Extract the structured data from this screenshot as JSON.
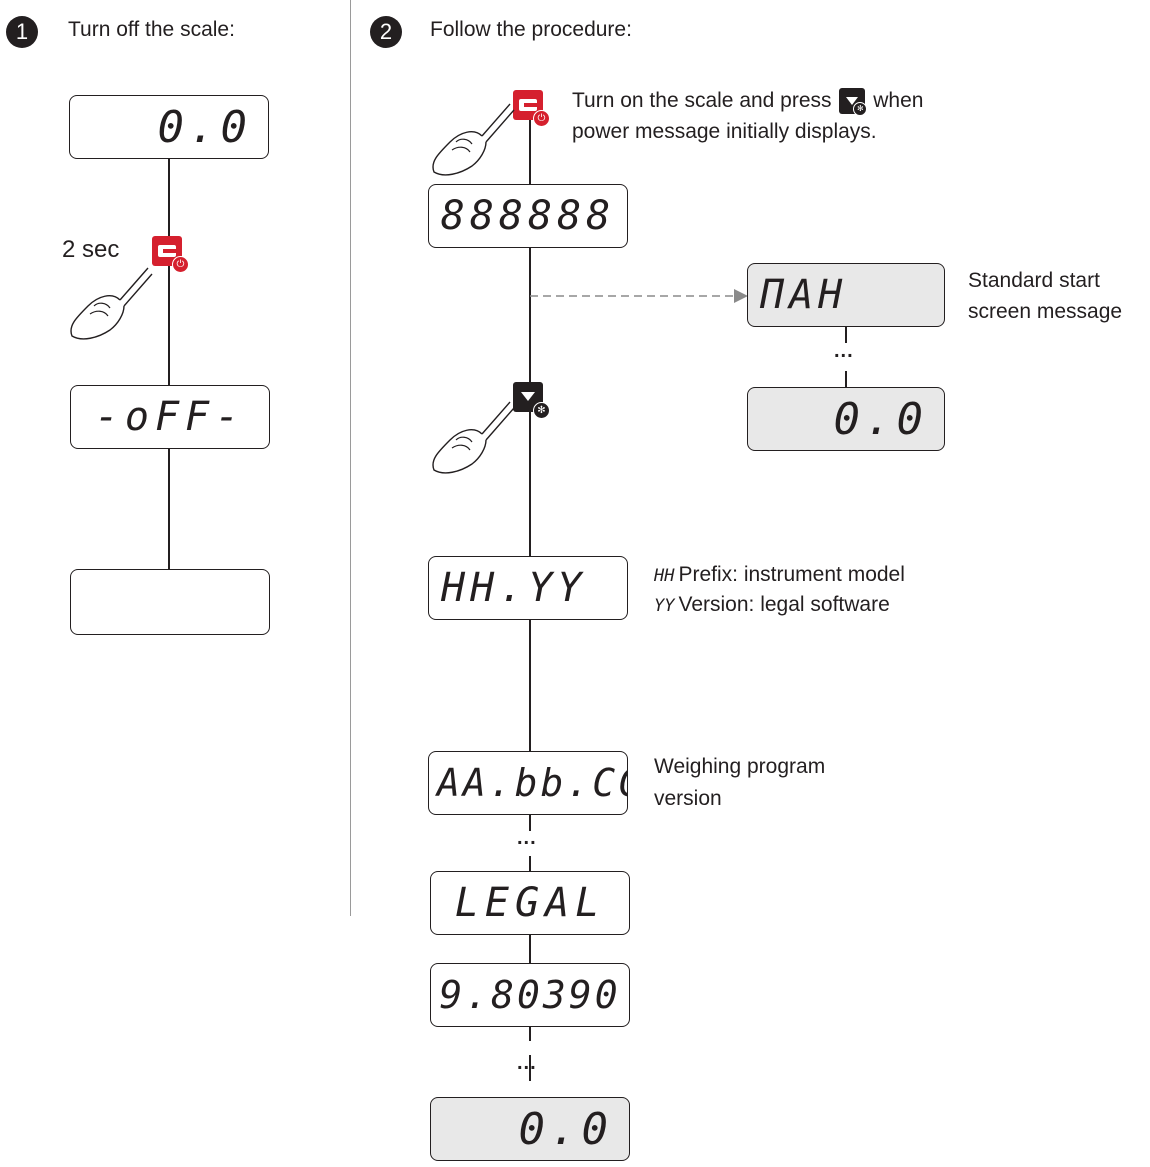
{
  "step1": {
    "number": "1",
    "title": "Turn off the scale:",
    "displays": [
      "0.0",
      "-oFF-",
      ""
    ],
    "hold_label": "2 sec"
  },
  "step2": {
    "number": "2",
    "title": "Follow the procedure:",
    "instruction_part1": "Turn on the scale and press",
    "instruction_part2": "when",
    "instruction_line2": "power message initially displays.",
    "displays": [
      "888888",
      "HH.YY",
      "AA.bb.CC",
      "LEGAL",
      "9.80390",
      "0.0"
    ],
    "branch_displays": [
      "ПАН",
      "0.0"
    ],
    "standard_start": [
      "Standard start",
      "screen message"
    ],
    "hh_symbol": "HH",
    "hh_text": "Prefix: instrument model",
    "yy_symbol": "YY",
    "yy_text": "Version: legal software",
    "program_version": [
      "Weighing program",
      "version"
    ],
    "ellipsis": "..."
  },
  "colors": {
    "key_red": "#d5202e",
    "key_dark": "#231f20",
    "display_grey": "#e8e8e8",
    "ink": "#231f20"
  },
  "icons": [
    "hand-press-icon",
    "c-power-key-icon",
    "down-arrow-tare-key-icon"
  ]
}
